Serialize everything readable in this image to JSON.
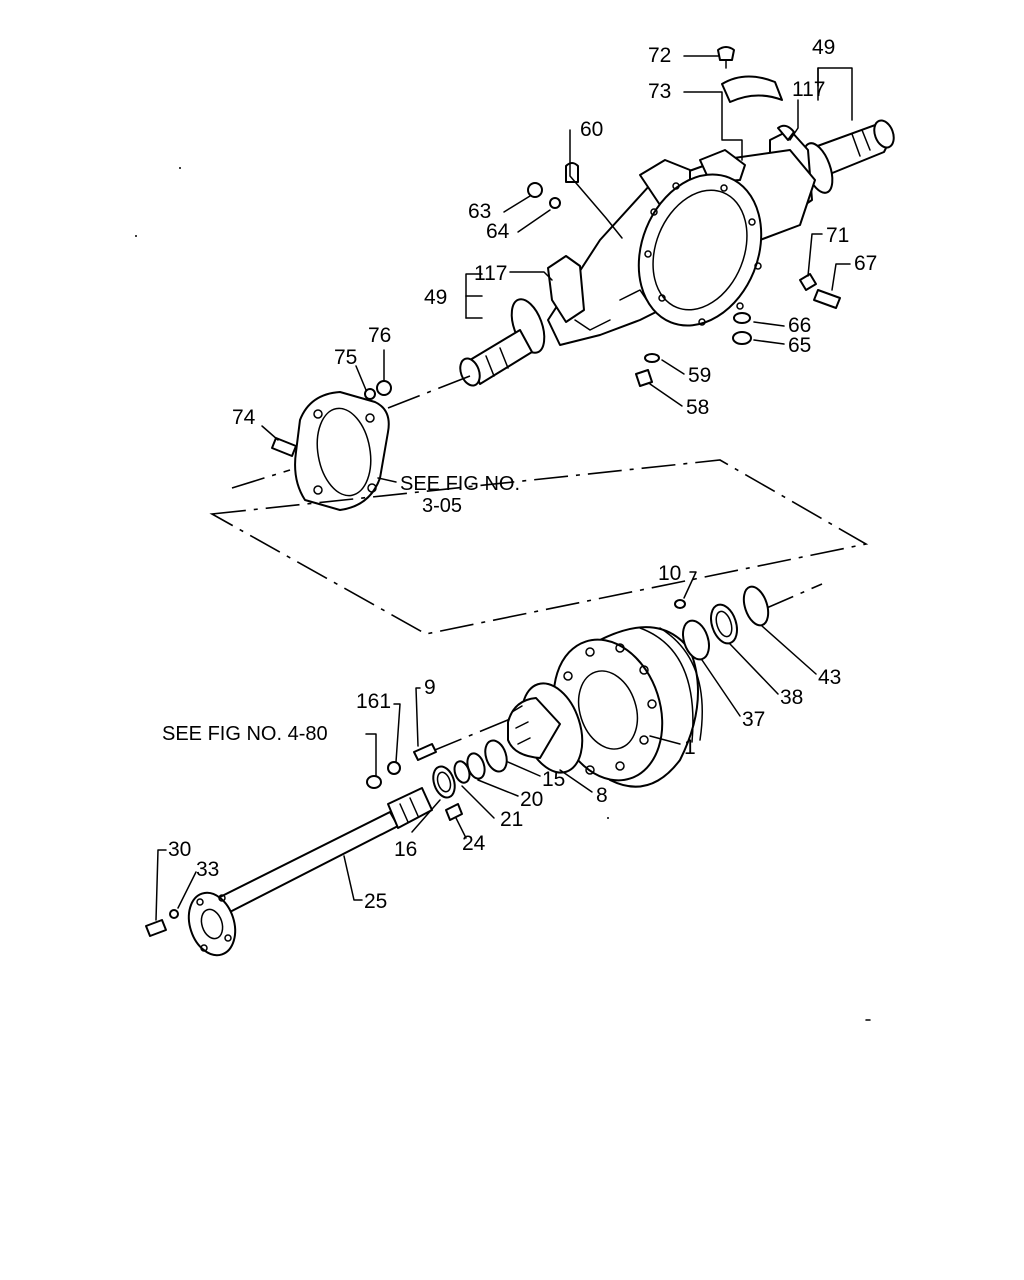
{
  "callouts": {
    "c72": "72",
    "c49a": "49",
    "c73": "73",
    "c117a": "117",
    "c60": "60",
    "c63": "63",
    "c64": "64",
    "c117b": "117",
    "c49b": "49",
    "c71": "71",
    "c67": "67",
    "c76": "76",
    "c75": "75",
    "c66": "66",
    "c65": "65",
    "c59": "59",
    "c74": "74",
    "c58": "58",
    "c10": "10",
    "c43": "43",
    "c161": "161",
    "c9": "9",
    "c38": "38",
    "c37": "37",
    "c1": "1",
    "c15": "15",
    "c8": "8",
    "c20": "20",
    "c21": "21",
    "c16": "16",
    "c24": "24",
    "c30": "30",
    "c33": "33",
    "c25": "25"
  },
  "notes": {
    "fig305_line1": "SEE FIG NO.",
    "fig305_line2": "3-05",
    "fig480": "SEE FIG NO. 4-80"
  }
}
